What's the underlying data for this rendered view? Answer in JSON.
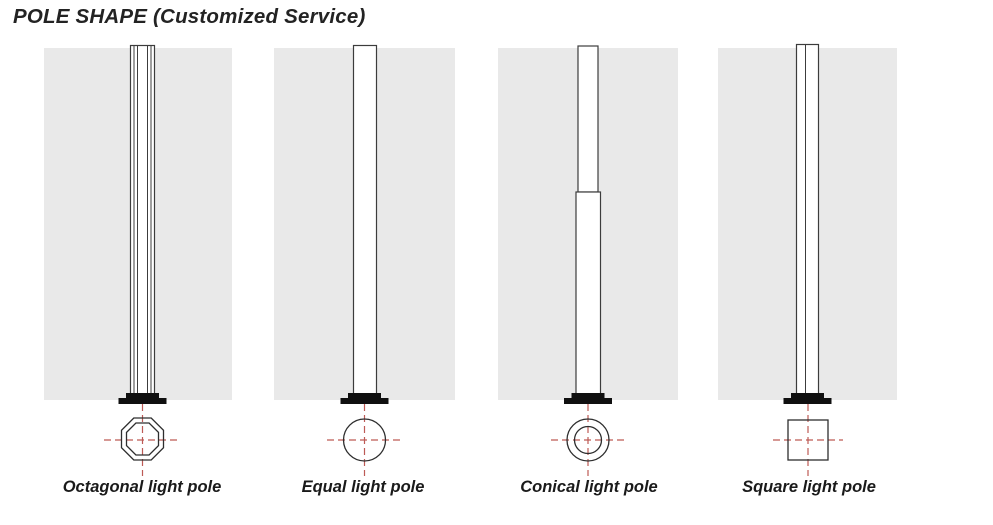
{
  "title": "POLE SHAPE (Customized Service)",
  "colors": {
    "panelBg": "#e9e9e9",
    "line": "#3c3c3c",
    "flange": "#101010",
    "centerRed": "#bd5a55",
    "titleText": "#232323",
    "labelText": "#1a1a1a"
  },
  "figures": [
    {
      "label": "Octagonal light pole",
      "pole_style": "multi-facet shaft",
      "cross_section": "double-octagon"
    },
    {
      "label": "Equal light pole",
      "pole_style": "straight shaft",
      "cross_section": "circle"
    },
    {
      "label": "Conical light pole",
      "pole_style": "two-segment tapered shaft",
      "cross_section": "double-circle"
    },
    {
      "label": "Square light pole",
      "pole_style": "square shaft with edge line",
      "cross_section": "square"
    }
  ]
}
